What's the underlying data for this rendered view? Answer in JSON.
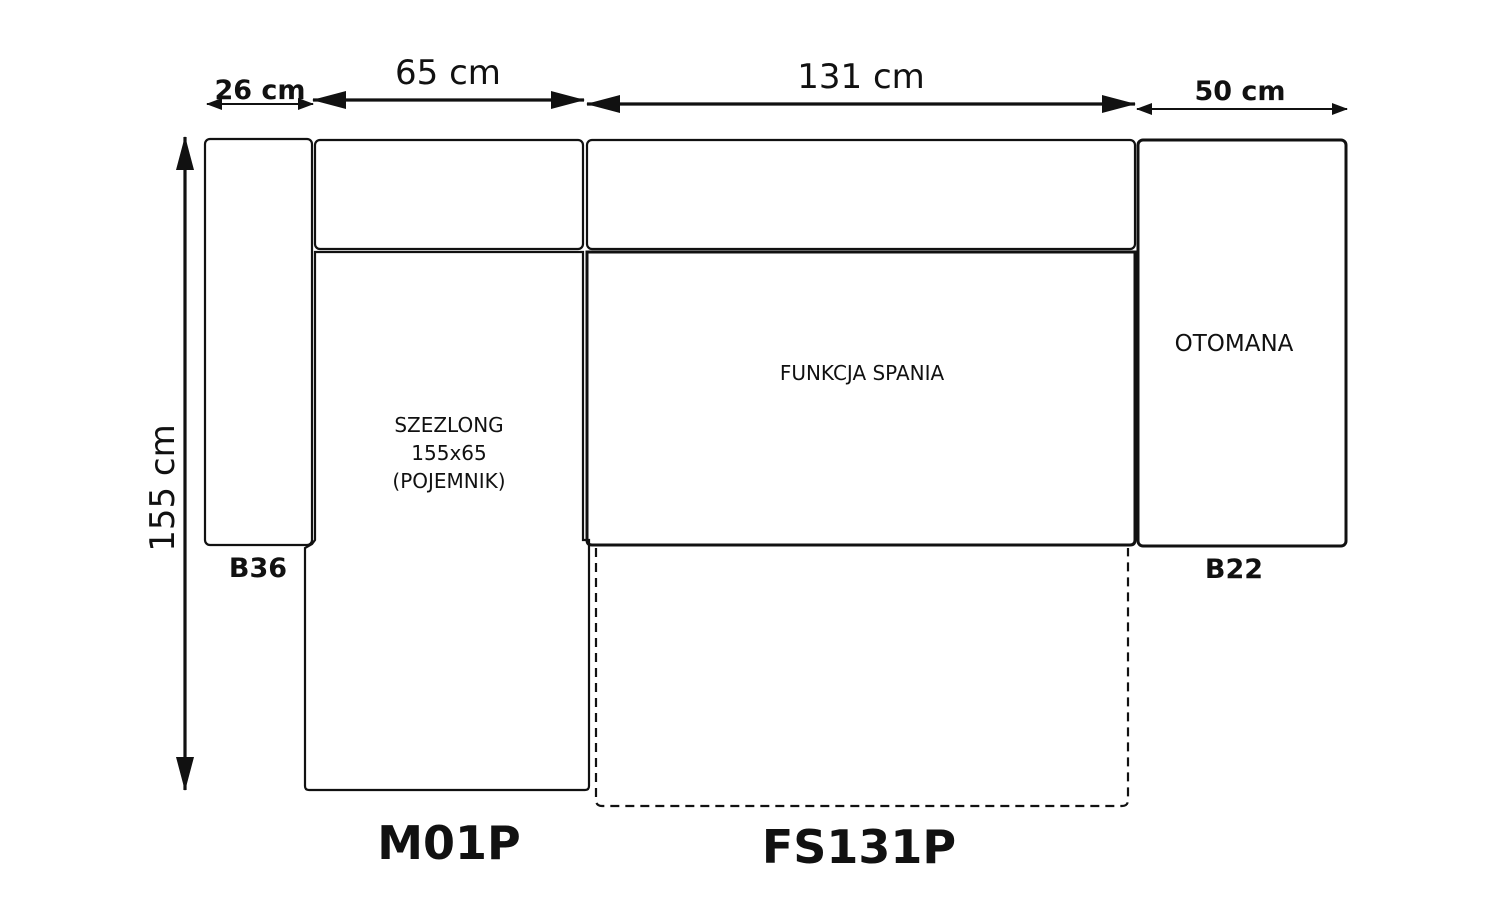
{
  "dimensions": {
    "width_b36": "26 cm",
    "width_m01p": "65 cm",
    "width_fs131p": "131 cm",
    "width_b22": "50 cm",
    "height_total": "155 cm"
  },
  "modules": {
    "b36": {
      "code": "B36"
    },
    "m01p": {
      "code": "M01P",
      "label_line1": "SZEZLONG",
      "label_line2": "155x65",
      "label_line3": "(POJEMNIK)"
    },
    "fs131p": {
      "code": "FS131P",
      "label": "FUNKCJA SPANIA"
    },
    "b22": {
      "code": "B22",
      "label": "OTOMANA"
    }
  }
}
